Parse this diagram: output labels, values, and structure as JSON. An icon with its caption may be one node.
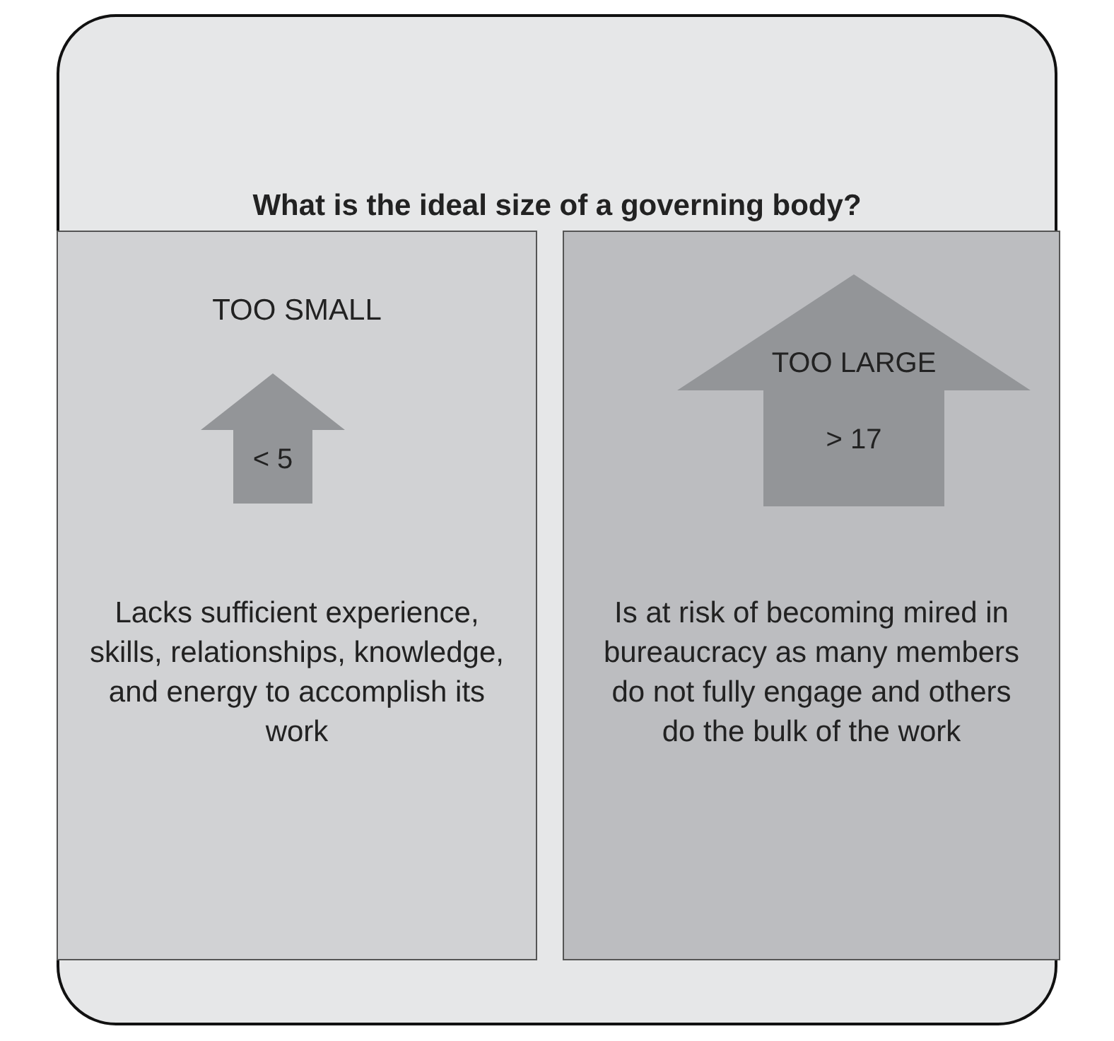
{
  "diagram": {
    "nodes": [
      {
        "text": [
          "What is the ideal size of a governing body?"
        ]
      },
      {
        "text": [
          "TOO SMALL",
          "Lacks sufficient experience, skills, relationships, knowledge, and energy to accomplish its work"
        ],
        "in": 0
      },
      {
        "text": [
          "< 5"
        ],
        "in": 1
      },
      {
        "text": [
          "Is at risk of becoming mired in bureaucracy as many members do not fully engage and others do the bulk of the work"
        ],
        "in": 0
      },
      {
        "text": [
          "TOO LARGE",
          "> 17"
        ],
        "in": 3
      }
    ]
  }
}
